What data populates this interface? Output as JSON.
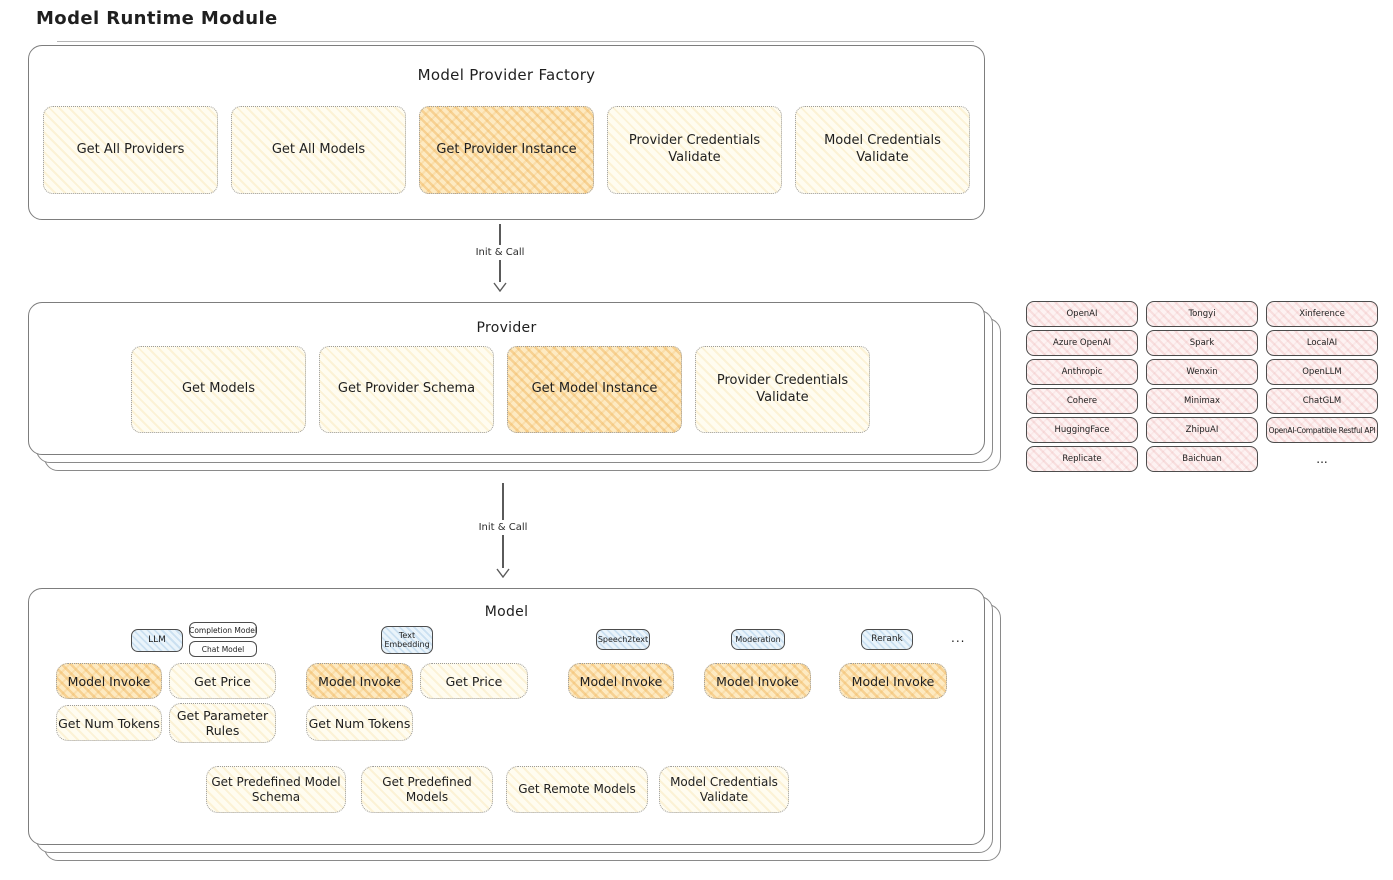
{
  "page_title": "Model Runtime Module",
  "factory": {
    "title": "Model Provider Factory",
    "boxes": [
      "Get All Providers",
      "Get All Models",
      "Get Provider Instance",
      "Provider Credentials Validate",
      "Model Credentials Validate"
    ]
  },
  "arrows": {
    "first": "Init & Call",
    "second": "Init & Call"
  },
  "provider": {
    "title": "Provider",
    "boxes": [
      "Get Models",
      "Get Provider Schema",
      "Get Model Instance",
      "Provider Credentials Validate"
    ]
  },
  "provider_list": {
    "items": [
      "OpenAI",
      "Tongyi",
      "Xinference",
      "Azure OpenAI",
      "Spark",
      "LocalAI",
      "Anthropic",
      "Wenxin",
      "OpenLLM",
      "Cohere",
      "Minimax",
      "ChatGLM",
      "HuggingFace",
      "ZhipuAI",
      "OpenAI-Compatible Restful API",
      "Replicate",
      "Baichuan"
    ],
    "more": "..."
  },
  "model": {
    "title": "Model",
    "tags": [
      "LLM",
      "Completion Model",
      "Chat Model",
      "Text Embedding",
      "Speech2text",
      "Moderation",
      "Rerank"
    ],
    "tags_more": "...",
    "invoke_row": [
      "Model Invoke",
      "Get Price",
      "Model Invoke",
      "Get Price",
      "Model Invoke",
      "Model Invoke",
      "Model Invoke"
    ],
    "token_row": [
      "Get Num Tokens",
      "Get Parameter Rules",
      "Get Num Tokens"
    ],
    "bottom_row": [
      "Get Predefined Model Schema",
      "Get Predefined Models",
      "Get Remote Models",
      "Model Credentials Validate"
    ]
  },
  "colors": {
    "box_yellow_bg": "#fffcf0",
    "box_yellow_hatch": "#f0cb78",
    "box_highlight_bg": "#fdeac2",
    "box_highlight_hatch": "#eeac4a",
    "chip_pink_bg": "#fdf2f2",
    "chip_pink_hatch": "#e28c8c",
    "tag_blue_bg": "#eaf4fb",
    "tag_blue_hatch": "#7aabd6",
    "card_border": "#7d7d7d",
    "dotted_border": "#9b9b9b",
    "text": "#1f1f1f"
  }
}
